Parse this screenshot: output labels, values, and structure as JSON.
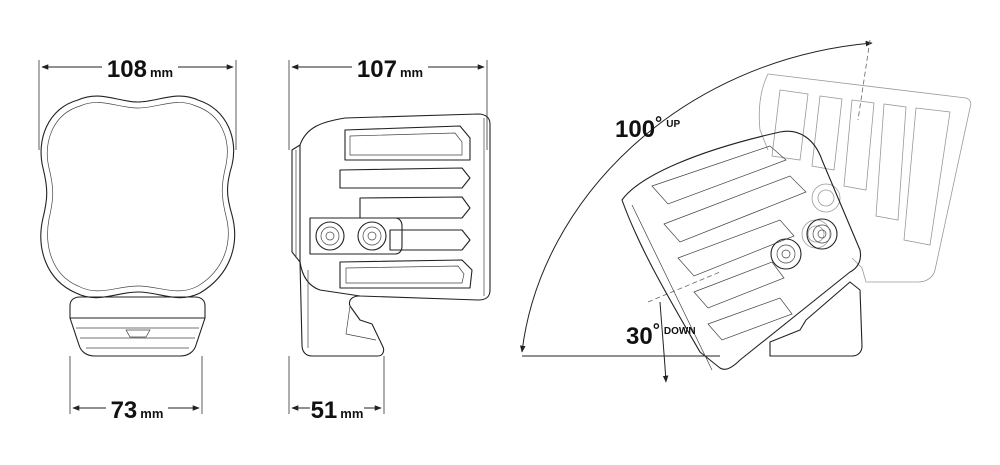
{
  "colors": {
    "ink": "#222222",
    "background": "#ffffff"
  },
  "dimensions": {
    "front_width": {
      "value": "108",
      "unit": "mm"
    },
    "side_depth": {
      "value": "107",
      "unit": "mm"
    },
    "bracket_width": {
      "value": "73",
      "unit": "mm"
    },
    "bracket_depth": {
      "value": "51",
      "unit": "mm"
    }
  },
  "tilt": {
    "up": {
      "value": "100",
      "degree": "°",
      "label": "UP"
    },
    "down": {
      "value": "30",
      "degree": "°",
      "label": "DOWN"
    }
  }
}
